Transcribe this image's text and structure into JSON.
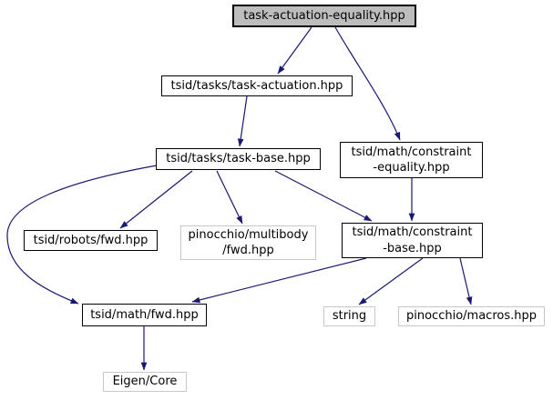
{
  "diagram": {
    "type": "include-dependency-graph",
    "root_file": "task-actuation-equality.hpp",
    "colors": {
      "edge": "#191970",
      "current_fill": "#bdbdbd",
      "node_fill": "#ffffff",
      "node_border": "#000000",
      "ext_border": "#c8c8c8"
    },
    "nodes": [
      {
        "id": "task-actuation-equality",
        "label": "task-actuation-equality.hpp",
        "kind": "current"
      },
      {
        "id": "task-actuation",
        "label": "tsid/tasks/task-actuation.hpp",
        "kind": "internal"
      },
      {
        "id": "constraint-equality",
        "label": "tsid/math/constraint\n-equality.hpp",
        "kind": "internal"
      },
      {
        "id": "task-base",
        "label": "tsid/tasks/task-base.hpp",
        "kind": "internal"
      },
      {
        "id": "robots-fwd",
        "label": "tsid/robots/fwd.hpp",
        "kind": "internal"
      },
      {
        "id": "multibody-fwd",
        "label": "pinocchio/multibody\n/fwd.hpp",
        "kind": "external"
      },
      {
        "id": "constraint-base",
        "label": "tsid/math/constraint\n-base.hpp",
        "kind": "internal"
      },
      {
        "id": "math-fwd",
        "label": "tsid/math/fwd.hpp",
        "kind": "internal"
      },
      {
        "id": "string",
        "label": "string",
        "kind": "external"
      },
      {
        "id": "pinocchio-macros",
        "label": "pinocchio/macros.hpp",
        "kind": "external"
      },
      {
        "id": "eigen-core",
        "label": "Eigen/Core",
        "kind": "external"
      }
    ],
    "edges": [
      {
        "from": "task-actuation-equality",
        "to": "task-actuation"
      },
      {
        "from": "task-actuation-equality",
        "to": "constraint-equality"
      },
      {
        "from": "task-actuation",
        "to": "task-base"
      },
      {
        "from": "task-base",
        "to": "robots-fwd"
      },
      {
        "from": "task-base",
        "to": "multibody-fwd"
      },
      {
        "from": "task-base",
        "to": "constraint-base"
      },
      {
        "from": "task-base",
        "to": "math-fwd"
      },
      {
        "from": "constraint-equality",
        "to": "constraint-base"
      },
      {
        "from": "constraint-base",
        "to": "math-fwd"
      },
      {
        "from": "constraint-base",
        "to": "string"
      },
      {
        "from": "constraint-base",
        "to": "pinocchio-macros"
      },
      {
        "from": "math-fwd",
        "to": "eigen-core"
      }
    ]
  }
}
